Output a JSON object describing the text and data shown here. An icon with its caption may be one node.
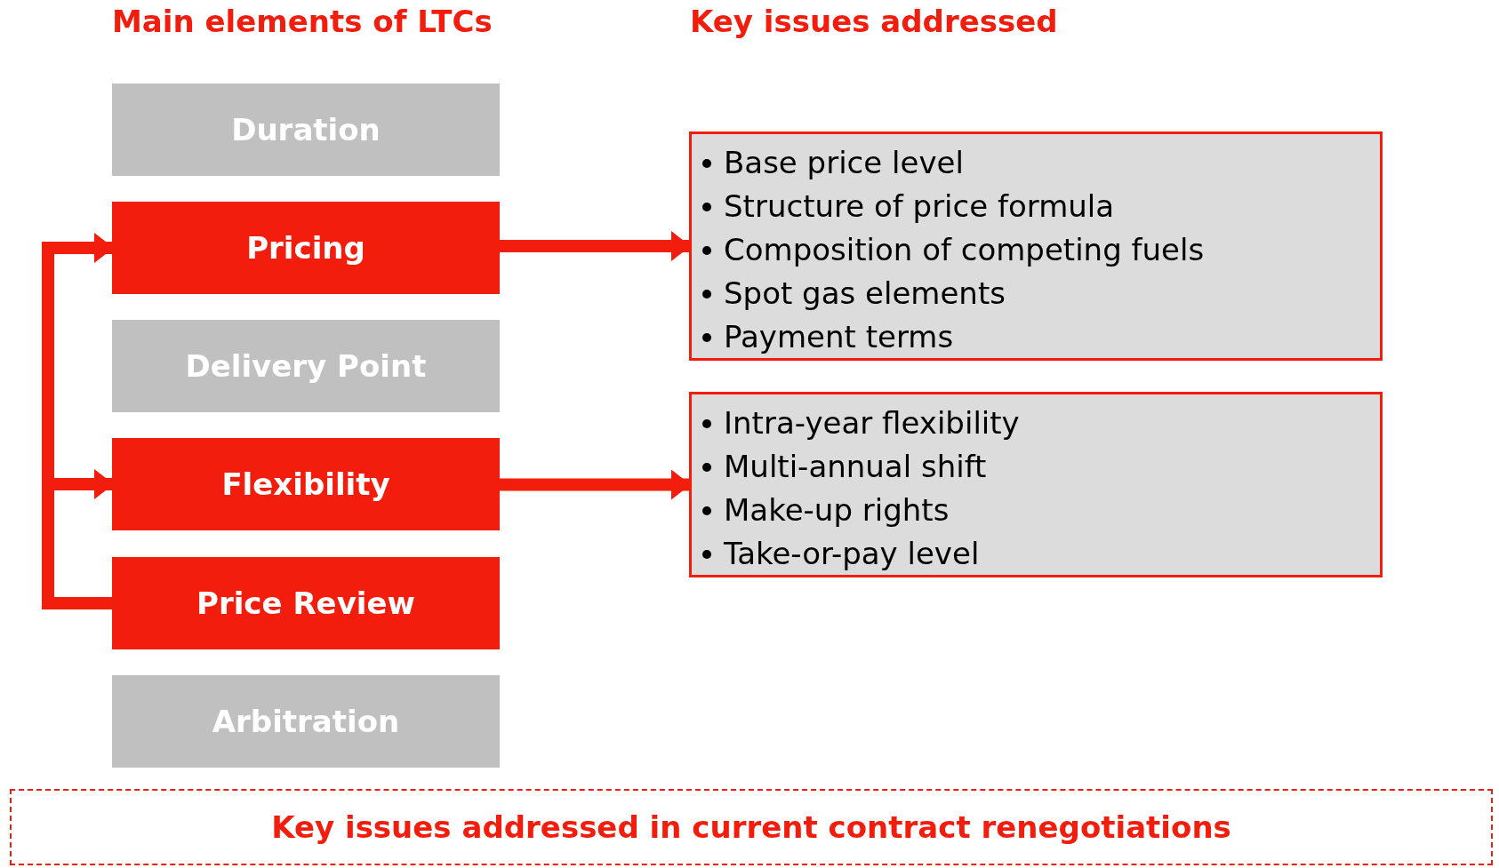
{
  "diagram": {
    "nodes": [
      {
        "text": [
          "Duration"
        ]
      },
      {
        "text": [
          "Pricing"
        ]
      },
      {
        "text": [
          "Delivery Point"
        ]
      },
      {
        "text": [
          "Flexibility"
        ]
      },
      {
        "text": [
          "Price Review"
        ]
      },
      {
        "text": [
          "Arbitration"
        ]
      },
      {
        "text": [
          "Base price level",
          "Structure of price formula",
          "Composition of competing fuels",
          "Spot gas elements",
          "Payment terms"
        ]
      },
      {
        "text": [
          "Intra-year flexibility",
          "Multi-annual shift",
          "Make-up rights",
          "Take-or-pay level"
        ]
      },
      {
        "text": [
          "Key issues addressed in current contract renegotiations"
        ]
      }
    ],
    "edges": [
      {
        "from": 1,
        "to": 6,
        "arrow": "to"
      },
      {
        "from": 3,
        "to": 7,
        "arrow": "to"
      },
      {
        "from": 4,
        "to": 1,
        "arrow": "to"
      },
      {
        "from": 4,
        "to": 3,
        "arrow": "to"
      }
    ],
    "labels": [
      "Main elements of LTCs",
      "Key issues addressed"
    ]
  }
}
